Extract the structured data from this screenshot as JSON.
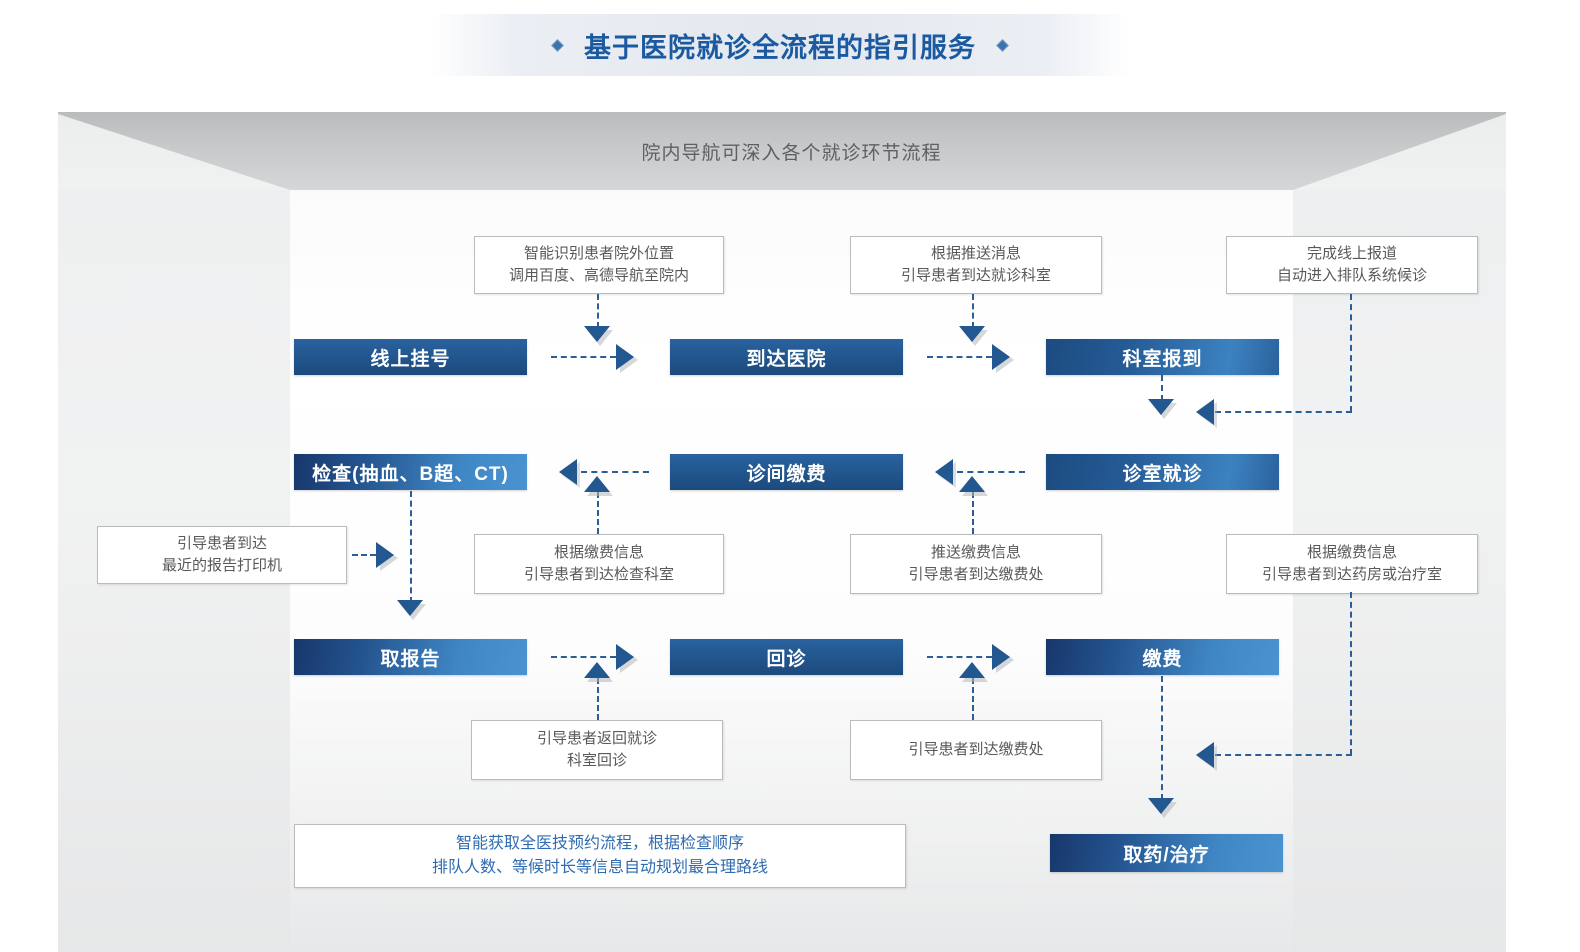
{
  "title": {
    "text": "基于医院就诊全流程的指引服务",
    "accent_color": "#1b5aa0",
    "left_icon": "diamond-icon",
    "right_icon": "diamond-icon"
  },
  "stage": {
    "header_label": "院内导航可深入各个就诊环节流程"
  },
  "nodes": [
    {
      "id": "online-registration",
      "label": "线上挂号"
    },
    {
      "id": "arrive-hospital",
      "label": "到达医院"
    },
    {
      "id": "department-checkin",
      "label": "科室报到"
    },
    {
      "id": "examination",
      "label": "检查(抽血、B超、CT)"
    },
    {
      "id": "clinic-payment",
      "label": "诊间缴费"
    },
    {
      "id": "consultation",
      "label": "诊室就诊"
    },
    {
      "id": "get-report",
      "label": "取报告"
    },
    {
      "id": "revisit",
      "label": "回诊"
    },
    {
      "id": "payment",
      "label": "缴费"
    },
    {
      "id": "pickup-medicine",
      "label": "取药/治疗"
    }
  ],
  "notes": [
    {
      "id": "note-navigation",
      "line1": "智能识别患者院外位置",
      "line2": "调用百度、高德导航至院内"
    },
    {
      "id": "note-push-message",
      "line1": "根据推送消息",
      "line2": "引导患者到达就诊科室"
    },
    {
      "id": "note-online-report",
      "line1": "完成线上报道",
      "line2": "自动进入排队系统候诊"
    },
    {
      "id": "note-printer",
      "line1": "引导患者到达",
      "line2": "最近的报告打印机"
    },
    {
      "id": "note-exam-room",
      "line1": "根据缴费信息",
      "line2": "引导患者到达检查科室"
    },
    {
      "id": "note-payment-desk",
      "line1": "推送缴费信息",
      "line2": "引导患者到达缴费处"
    },
    {
      "id": "note-pharmacy",
      "line1": "根据缴费信息",
      "line2": "引导患者到达药房或治疗室"
    },
    {
      "id": "note-return-clinic",
      "line1": "引导患者返回就诊",
      "line2": "科室回诊"
    },
    {
      "id": "note-goto-payment",
      "line1": "引导患者到达缴费处",
      "line2": ""
    },
    {
      "id": "note-smart-route",
      "line1": "智能获取全医技预约流程，根据检查顺序",
      "line2": "排队人数、等候时长等信息自动规划最合理路线"
    }
  ],
  "colors": {
    "node_dark": "#1d4f86",
    "node_light": "#4a93d1",
    "connector": "#2b5e96",
    "note_text": "#58595b",
    "note_blue_text": "#2f6bb0",
    "header_text": "#5e6063"
  }
}
